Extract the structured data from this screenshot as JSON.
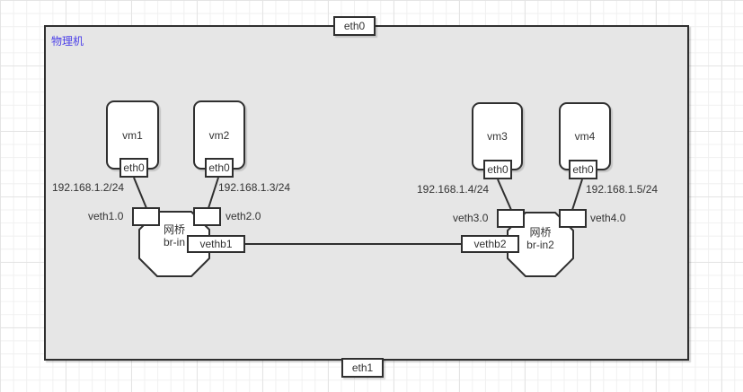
{
  "host": {
    "label": "物理机"
  },
  "host_nics": {
    "top": "eth0",
    "bottom": "eth1"
  },
  "vms": [
    {
      "name": "vm1",
      "nic": "eth0",
      "ip": "192.168.1.2/24"
    },
    {
      "name": "vm2",
      "nic": "eth0",
      "ip": "192.168.1.3/24"
    },
    {
      "name": "vm3",
      "nic": "eth0",
      "ip": "192.168.1.4/24"
    },
    {
      "name": "vm4",
      "nic": "eth0",
      "ip": "192.168.1.5/24"
    }
  ],
  "veths": [
    {
      "label": "veth1.0"
    },
    {
      "label": "veth2.0"
    },
    {
      "label": "veth3.0"
    },
    {
      "label": "veth4.0"
    }
  ],
  "bridges": [
    {
      "title": "网桥",
      "name": "br-in",
      "uplink": "vethb1"
    },
    {
      "title": "网桥",
      "name": "br-in2",
      "uplink": "vethb2"
    }
  ],
  "colors": {
    "host_fill": "#e6e6e6",
    "node_fill": "#ffffff",
    "stroke": "#2f2f2f",
    "label_text": "#333333",
    "host_label_text": "#4c40e8"
  }
}
